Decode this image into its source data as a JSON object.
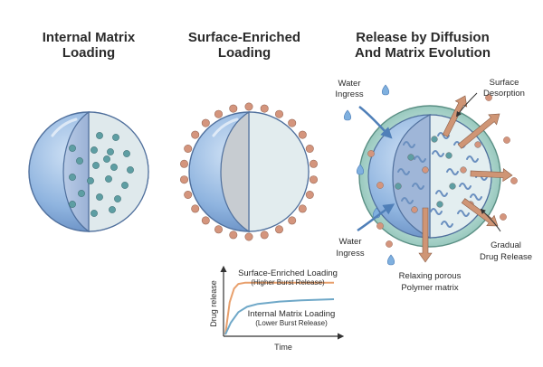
{
  "panels": {
    "internal": {
      "title_lines": [
        "Internal Matrix",
        "Loading"
      ]
    },
    "surface": {
      "title_lines": [
        "Surface-Enriched",
        "Loading"
      ]
    },
    "release": {
      "title_lines": [
        "Release by Diffusion",
        "And Matrix Evolution"
      ]
    }
  },
  "callouts": {
    "water_ingress_top": [
      "Water",
      "Ingress"
    ],
    "water_ingress_bottom": [
      "Water",
      "Ingress"
    ],
    "surface_desorption": [
      "Surface",
      "Desorption"
    ],
    "gradual_release": [
      "Gradual",
      "Drug Release"
    ],
    "relaxing_matrix": [
      "Relaxing porous",
      "Polymer matrix"
    ]
  },
  "chart_data": {
    "type": "line",
    "xlabel": "Time",
    "ylabel": "Drug release",
    "series": [
      {
        "name": "Surface-Enriched Loading",
        "subtitle": "(Higher Burst Release)",
        "color": "#e8a06d",
        "points": [
          [
            0,
            0
          ],
          [
            0.4,
            0.55
          ],
          [
            0.8,
            0.78
          ],
          [
            1.2,
            0.86
          ],
          [
            1.8,
            0.88
          ],
          [
            3,
            0.88
          ],
          [
            5,
            0.88
          ],
          [
            10,
            0.88
          ]
        ]
      },
      {
        "name": "Internal Matrix Loading",
        "subtitle": "(Lower Burst Release)",
        "color": "#6fa8c8",
        "points": [
          [
            0,
            0
          ],
          [
            0.5,
            0.2
          ],
          [
            1.2,
            0.38
          ],
          [
            2,
            0.47
          ],
          [
            3,
            0.52
          ],
          [
            5,
            0.56
          ],
          [
            7,
            0.58
          ],
          [
            10,
            0.6
          ]
        ]
      }
    ],
    "xlim": [
      0,
      10
    ],
    "ylim": [
      0,
      1
    ]
  },
  "colors": {
    "sphere_blue": "#8fb4df",
    "sphere_dark": "#5f86bd",
    "core_light": "#e4eef0",
    "drug_teal": "#5e9ea3",
    "surface_drug": "#d4957d",
    "arrow_orange": "#cf9575",
    "shell_green": "#a6d1c8"
  }
}
